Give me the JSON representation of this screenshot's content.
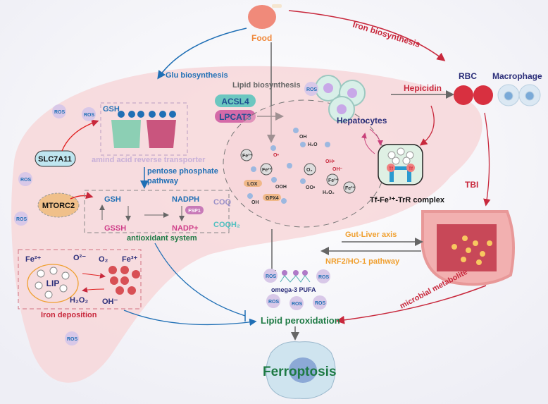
{
  "labels": {
    "food": "Food",
    "iron_biosynthesis": "Iron biosynthesis",
    "glu_biosynthesis": "Glu biosynthesis",
    "lipid_biosynthesis": "Lipid biosynthesis",
    "acsl4": "ACSL4",
    "lpcat3": "LPCAT3",
    "gsh_top": "GSH",
    "transporter": "amind acid reverse transporter",
    "slc7a11": "SLC7A11",
    "pentose_1": "pentose phosphate",
    "pentose_2": "pathway",
    "mtorc2": "MTORC2",
    "hepatocytes": "Hepatocytes",
    "hepicidin": "Hepicidin",
    "rbc": "RBC",
    "macrophage": "Macrophage",
    "tf_complex": "Tf-Fe³⁺-TrR complex",
    "tf": "Tf",
    "tbi": "TBI",
    "gut_liver": "Gut-Liver axis",
    "nrf2": "NRF2/HO-1 pathway",
    "microbial": "microbial metabolite",
    "omega3": "omega-3 PUFA",
    "lipid_perox": "Lipid peroxidation",
    "ferroptosis": "Ferroptosis",
    "ros": "ROS"
  },
  "antioxidant": {
    "gsh": "GSH",
    "gssh": "GSSH",
    "nadph": "NADPH",
    "nadp": "NADP+",
    "fsp1": "FSP1",
    "coq": "COQ",
    "coqh2": "COQH₂",
    "title": "antioxidant system"
  },
  "iron": {
    "fe2": "Fe²⁺",
    "o2minus": "O²⁻",
    "o2": "O₂",
    "fe3": "Fe³⁺",
    "lip": "LIP",
    "h2o2": "H₂O₂",
    "oh": "OH⁻",
    "title": "Iron deposition"
  },
  "lipid_cycle": {
    "fe3": "Fe³⁺",
    "oh": "OH",
    "h2o": "H₂O",
    "o_rad": "O•",
    "o2": "O₂",
    "ooh": "OOH",
    "oo_rad": "OO•",
    "lox": "LOX",
    "gpx4": "GPX4",
    "oh_rad": "OH•",
    "oh_minus": "OH⁻",
    "h2o2": "H₂O₂"
  },
  "colors": {
    "blue": "#1f6fb5",
    "red": "#c8283c",
    "orange": "#f0a030",
    "green": "#1e7a44",
    "navy": "#2c2f7a",
    "liver": "#f7d7d9"
  }
}
